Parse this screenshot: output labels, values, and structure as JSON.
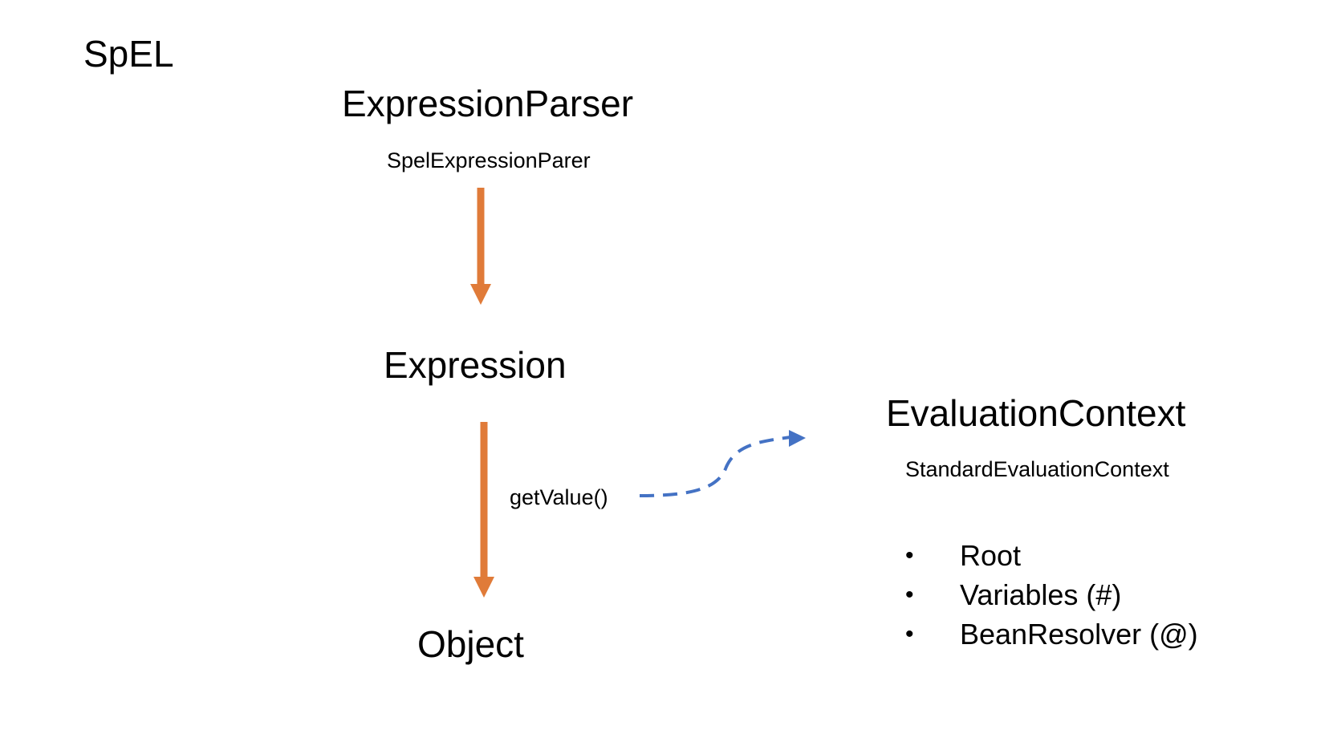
{
  "slide": {
    "title": "SpEL"
  },
  "parser": {
    "title": "ExpressionParser",
    "implementation": "SpelExpressionParer"
  },
  "expression": {
    "label": "Expression"
  },
  "result": {
    "label": "Object"
  },
  "method": {
    "label": "getValue()"
  },
  "context": {
    "title": "EvaluationContext",
    "implementation": "StandardEvaluationContext",
    "items": [
      "Root",
      "Variables (#)",
      "BeanResolver (@)"
    ]
  },
  "colors": {
    "flow_arrow": "#E07B39",
    "context_arrow": "#4472C4",
    "text": "#000000"
  }
}
